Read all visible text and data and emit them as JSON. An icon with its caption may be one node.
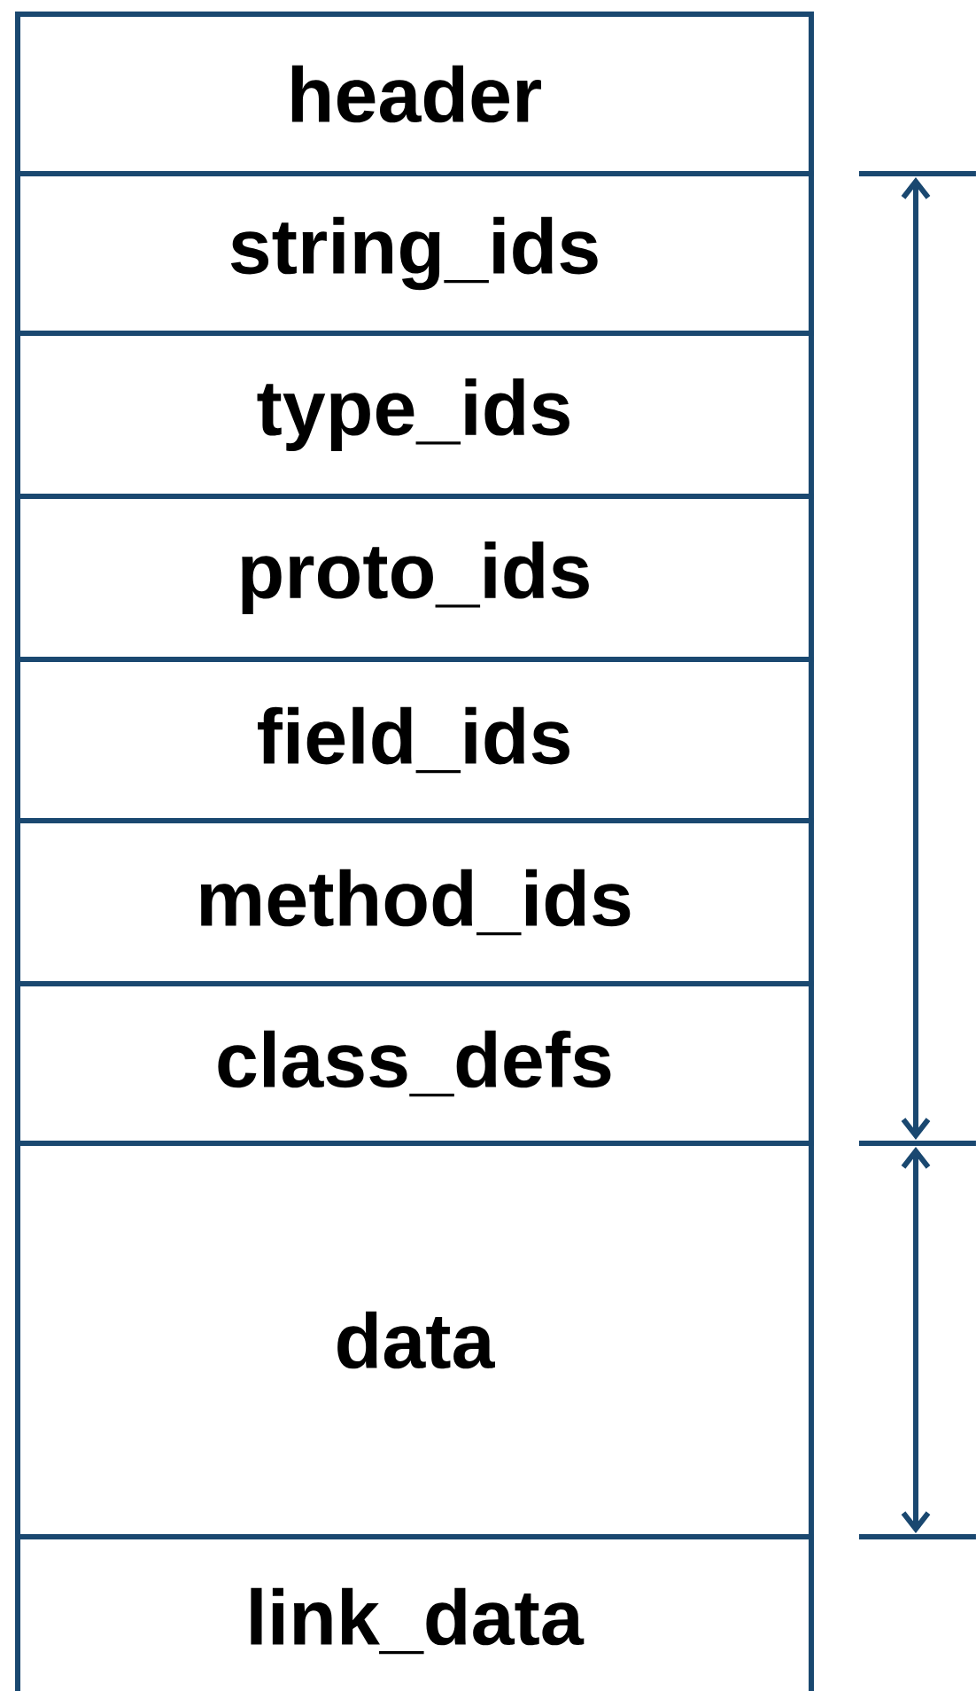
{
  "diagram": {
    "nodes": [
      {
        "text": [
          "header"
        ]
      },
      {
        "text": [
          "string_ids"
        ]
      },
      {
        "text": [
          "type_ids"
        ]
      },
      {
        "text": [
          "proto_ids"
        ]
      },
      {
        "text": [
          "field_ids"
        ]
      },
      {
        "text": [
          "method_ids"
        ]
      },
      {
        "text": [
          "class_defs"
        ]
      },
      {
        "text": [
          "data"
        ]
      },
      {
        "text": [
          "link_data"
        ]
      }
    ]
  }
}
